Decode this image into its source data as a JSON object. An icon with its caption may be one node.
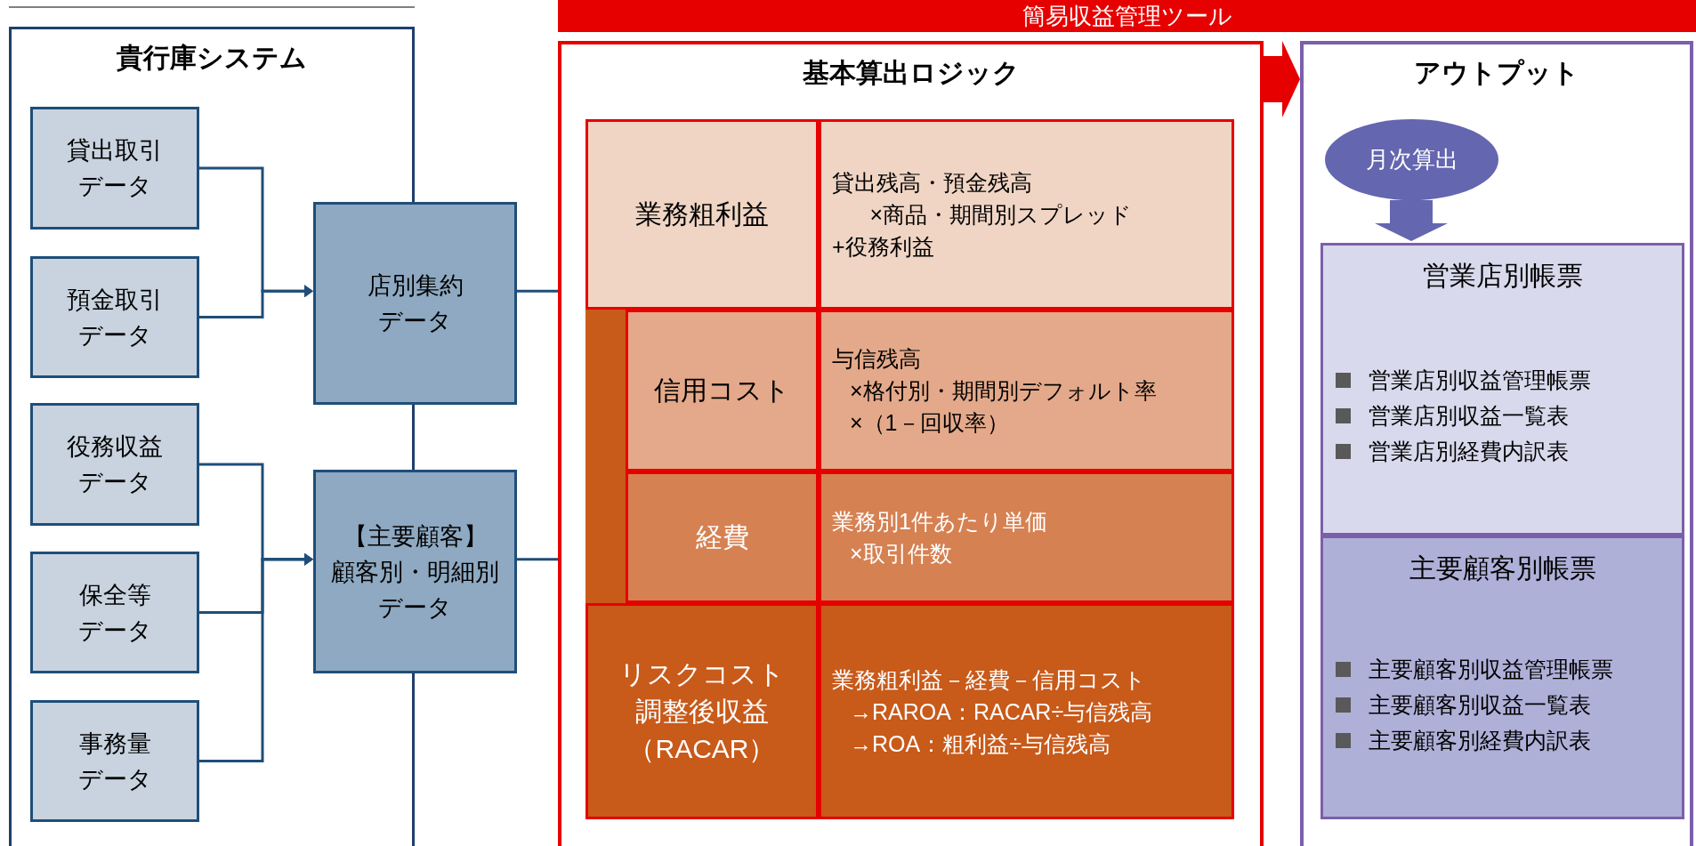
{
  "diagram": {
    "title": "簡易収益管理ツール",
    "nodes": [
      {
        "text": [
          "貴行庫システム"
        ]
      },
      {
        "text": [
          "貸出取引データ"
        ],
        "in": 0
      },
      {
        "text": [
          "預金取引データ"
        ],
        "in": 0
      },
      {
        "text": [
          "役務収益データ"
        ],
        "in": 0
      },
      {
        "text": [
          "保全等データ"
        ],
        "in": 0
      },
      {
        "text": [
          "事務量データ"
        ],
        "in": 0
      },
      {
        "text": [
          "店別集約データ"
        ]
      },
      {
        "text": [
          "【主要顧客】",
          "顧客別・明細別データ"
        ]
      },
      {
        "text": [
          "基本算出ロジック"
        ]
      },
      {
        "text": [
          "業務粗利益"
        ],
        "in": 8
      },
      {
        "text": [
          "貸出残高・預金残高",
          "×商品・期間別スプレッド",
          "+役務利益"
        ],
        "in": 8
      },
      {
        "text": [
          "信用コスト"
        ],
        "in": 8
      },
      {
        "text": [
          "与信残高",
          "×格付別・期間別デフォルト率",
          "×（1－回収率）"
        ],
        "in": 8
      },
      {
        "text": [
          "経費"
        ],
        "in": 8
      },
      {
        "text": [
          "業務別1件あたり単価",
          "×取引件数"
        ],
        "in": 8
      },
      {
        "text": [
          "リスクコスト調整後収益（RACAR）"
        ],
        "in": 8
      },
      {
        "text": [
          "業務粗利益－経費－信用コスト",
          "→RAROA：RACAR÷与信残高",
          "→ROA：粗利益÷与信残高"
        ],
        "in": 8
      },
      {
        "text": [
          "アウトプット"
        ]
      },
      {
        "text": [
          "月次算出"
        ],
        "in": 17
      },
      {
        "text": [
          "営業店別帳票",
          "営業店別収益管理帳票",
          "営業店別収益一覧表",
          "営業店別経費内訳表"
        ],
        "in": 17
      },
      {
        "text": [
          "主要顧客別帳票",
          "主要顧客別収益管理帳票",
          "主要顧客別収益一覧表",
          "主要顧客別経費内訳表"
        ],
        "in": 17
      },
      {
        "text": [],
        "shape": "bar",
        "in": 8
      }
    ],
    "edges": [
      {
        "from": 1,
        "to": 6,
        "arrow": "to"
      },
      {
        "from": 2,
        "to": 6,
        "arrow": "to"
      },
      {
        "from": 3,
        "to": 7,
        "arrow": "to"
      },
      {
        "from": 4,
        "to": 7,
        "arrow": "to"
      },
      {
        "from": 5,
        "to": 7,
        "arrow": "to"
      },
      {
        "from": 6,
        "to": 8,
        "arrow": "none"
      },
      {
        "from": 7,
        "to": 8,
        "arrow": "none"
      },
      {
        "from": 8,
        "to": 17,
        "arrow": "to",
        "style": "thick",
        "color": "#e60000"
      },
      {
        "from": 18,
        "to": 19,
        "arrow": "to",
        "style": "thick",
        "color": "#6466b0"
      }
    ]
  }
}
